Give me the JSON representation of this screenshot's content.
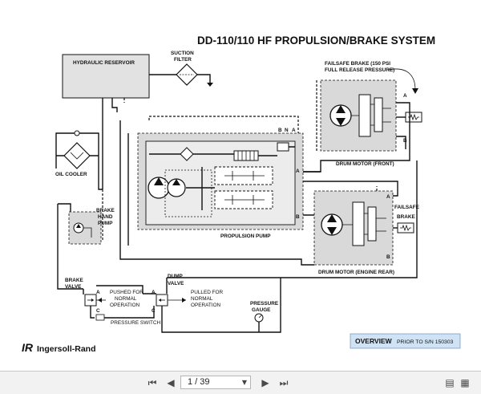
{
  "diagram": {
    "title": "DD-110/110 HF PROPULSION/BRAKE SYSTEM",
    "labels": {
      "hydraulic_reservoir": "HYDRAULIC RESERVOIR",
      "suction": "SUCTION",
      "filter": "FILTER",
      "oil_cooler": "OIL COOLER",
      "failsafe_brake_top_1": "FAILSAFE BRAKE (150 PSI",
      "failsafe_brake_top_2": "FULL RELEASE PRESSURE)",
      "drum_motor_front": "DRUM MOTOR (FRONT)",
      "drum_motor_rear": "DRUM MOTOR (ENGINE REAR)",
      "failsafe": "FAILSAFE",
      "brake": "BRAKE",
      "propulsion_pump": "PROPULSION PUMP",
      "brake_hand_1": "BRAKE",
      "brake_hand_2": "HAND",
      "brake_hand_3": "PUMP",
      "brake_valve_1": "BRAKE",
      "brake_valve_2": "VALVE",
      "dump_valve_1": "DUMP",
      "dump_valve_2": "VALVE",
      "pushed_1": "PUSHED FOR",
      "pushed_2": "NORMAL",
      "pushed_3": "OPERATION",
      "pulled_1": "PULLED FOR",
      "pulled_2": "NORMAL",
      "pulled_3": "OPERATION",
      "pressure_switch": "PRESSURE SWITCH",
      "pressure_gauge_1": "PRESSURE",
      "pressure_gauge_2": "GAUGE",
      "port_a": "A",
      "port_b": "B",
      "port_c": "C",
      "port_n": "N"
    },
    "brand": "Ingersoll-Rand",
    "brand_mark": "IR",
    "overview_label": "OVERVIEW",
    "prior_note": "PRIOR TO S/N 150303"
  },
  "viewer": {
    "page_display": "1 / 39",
    "colors": {
      "overview_box": "#cfe3f5",
      "prior_text": "#d02020",
      "overview_text": "#1f3f8f",
      "brand_red": "#c8102e"
    }
  }
}
